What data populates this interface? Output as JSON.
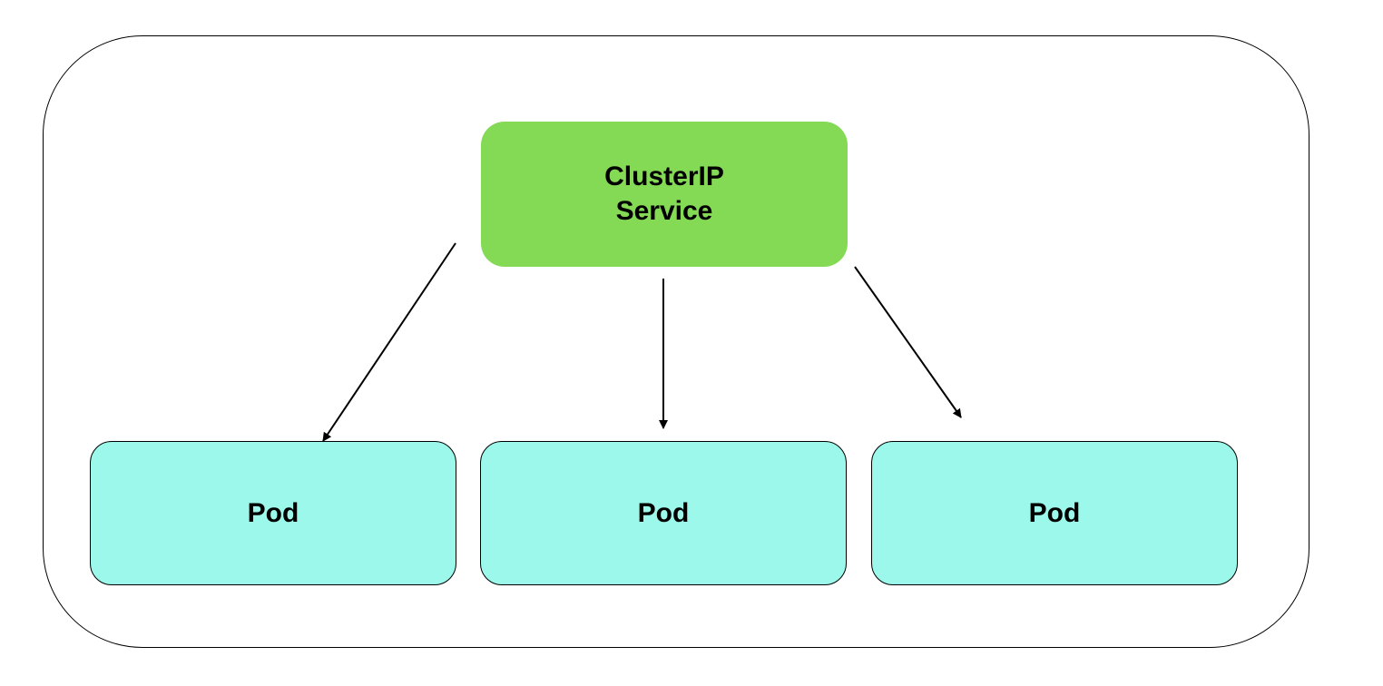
{
  "service": {
    "label": "ClusterIP\nService",
    "color": "#84d955"
  },
  "pods": [
    {
      "label": "Pod"
    },
    {
      "label": "Pod"
    },
    {
      "label": "Pod"
    }
  ],
  "pod_color": "#9bf8ea",
  "edges": [
    {
      "from": "service",
      "to": "pod-1"
    },
    {
      "from": "service",
      "to": "pod-2"
    },
    {
      "from": "service",
      "to": "pod-3"
    }
  ]
}
